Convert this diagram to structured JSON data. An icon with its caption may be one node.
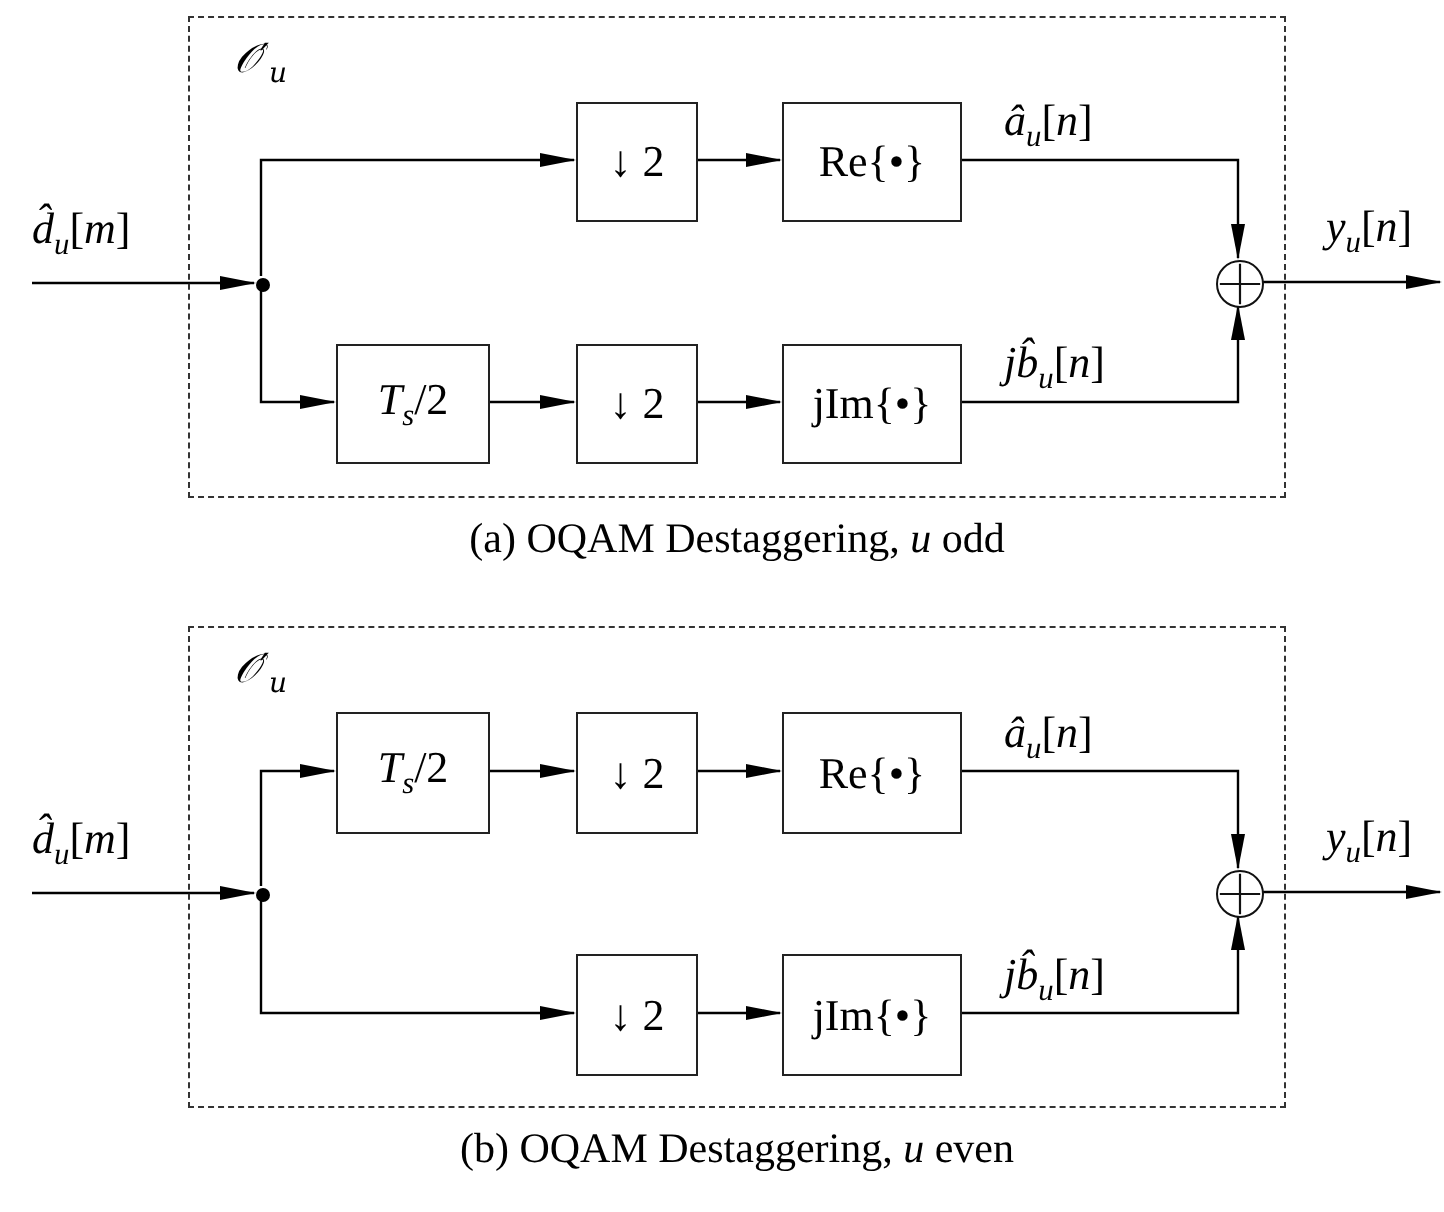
{
  "diagram": {
    "nodes": [
      {
        "text": [
          "𝒪′$_{u}$"
        ]
      },
      {
        "text": [
          "↓ 2"
        ],
        "in": 0
      },
      {
        "text": [
          "Re{•}"
        ],
        "in": 0
      },
      {
        "text": [
          "*T*$_{s}$/2"
        ],
        "in": 0
      },
      {
        "text": [
          "↓ 2"
        ],
        "in": 0
      },
      {
        "text": [
          "jIm{•}"
        ],
        "in": 0
      },
      {
        "text": [],
        "shape": "circle",
        "in": 0
      },
      {
        "text": [],
        "shape": "dot",
        "in": 0
      },
      {
        "text": [
          "𝒪′$_{u}$"
        ]
      },
      {
        "text": [
          "*T*$_{s}$/2"
        ],
        "in": 8
      },
      {
        "text": [
          "↓ 2"
        ],
        "in": 8
      },
      {
        "text": [
          "Re{•}"
        ],
        "in": 8
      },
      {
        "text": [
          "↓ 2"
        ],
        "in": 8
      },
      {
        "text": [
          "jIm{•}"
        ],
        "in": 8
      },
      {
        "text": [],
        "shape": "circle",
        "in": 8
      },
      {
        "text": [],
        "shape": "dot",
        "in": 8
      }
    ],
    "edges": [
      {
        "from": null,
        "to": 7,
        "arrow": "to",
        "label": "*d̂*$_{u}$[*m*]"
      },
      {
        "from": 7,
        "to": 1,
        "arrow": "to"
      },
      {
        "from": 7,
        "to": 3,
        "arrow": "to"
      },
      {
        "from": 1,
        "to": 2,
        "arrow": "to"
      },
      {
        "from": 3,
        "to": 4,
        "arrow": "to"
      },
      {
        "from": 4,
        "to": 5,
        "arrow": "to"
      },
      {
        "from": 2,
        "to": 6,
        "arrow": "to",
        "label": "*â*$_{u}$[*n*]"
      },
      {
        "from": 5,
        "to": 6,
        "arrow": "to",
        "label": "*jb̂*$_{u}$[*n*]"
      },
      {
        "from": 6,
        "to": null,
        "arrow": "to",
        "label": "*y*$_{u}$[*n*]"
      },
      {
        "from": null,
        "to": 15,
        "arrow": "to",
        "label": "*d̂*$_{u}$[*m*]"
      },
      {
        "from": 15,
        "to": 9,
        "arrow": "to"
      },
      {
        "from": 15,
        "to": 12,
        "arrow": "to"
      },
      {
        "from": 9,
        "to": 10,
        "arrow": "to"
      },
      {
        "from": 10,
        "to": 11,
        "arrow": "to"
      },
      {
        "from": 12,
        "to": 13,
        "arrow": "to"
      },
      {
        "from": 11,
        "to": 14,
        "arrow": "to",
        "label": "*â*$_{u}$[*n*]"
      },
      {
        "from": 13,
        "to": 14,
        "arrow": "to",
        "label": "*jb̂*$_{u}$[*n*]"
      },
      {
        "from": 14,
        "to": null,
        "arrow": "to",
        "label": "*y*$_{u}$[*n*]"
      }
    ],
    "labels": [
      "(a) OQAM Destaggering, *u* odd",
      "(b) OQAM Destaggering, *u* even"
    ]
  }
}
